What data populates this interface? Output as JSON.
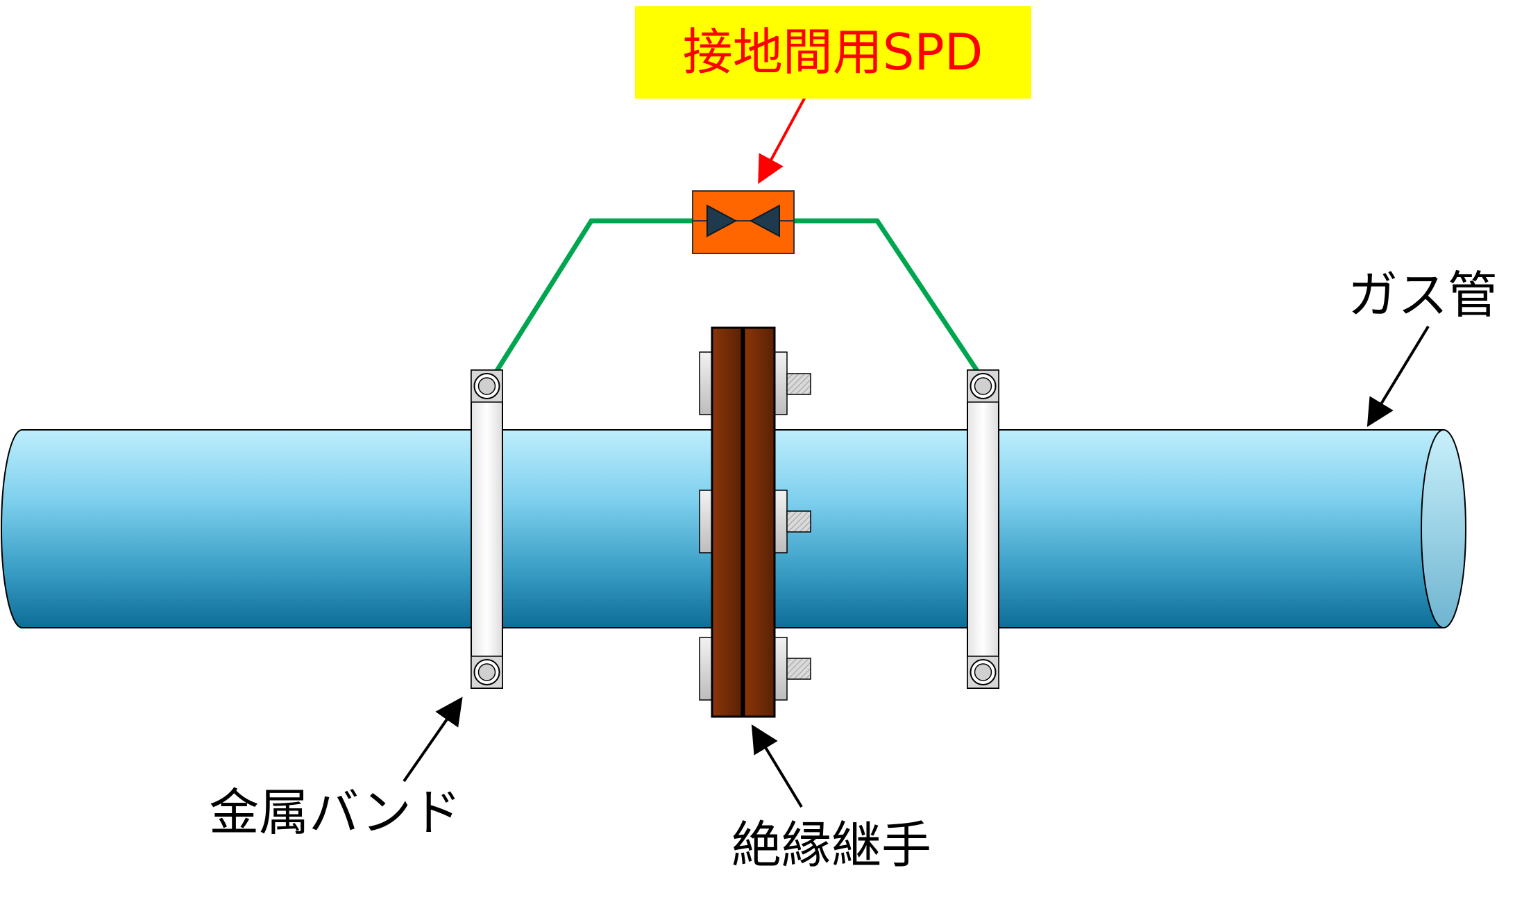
{
  "labels": {
    "spd": "接地間用SPD",
    "gas_pipe": "ガス管",
    "metal_band": "金属バンド",
    "insulating_joint": "絶縁継手"
  },
  "colors": {
    "spd_label_bg": "#ffff00",
    "spd_label_text": "#ff0000",
    "spd_body": "#ff6600",
    "spd_diode": "#1f3a4d",
    "ground_wire": "#00a64f",
    "pipe_top": "#b8ecfb",
    "pipe_bottom": "#0e6f99",
    "flange": "#7a2e05",
    "arrow_red": "#ff0000",
    "arrow_black": "#000000",
    "band": "#ffffff"
  }
}
